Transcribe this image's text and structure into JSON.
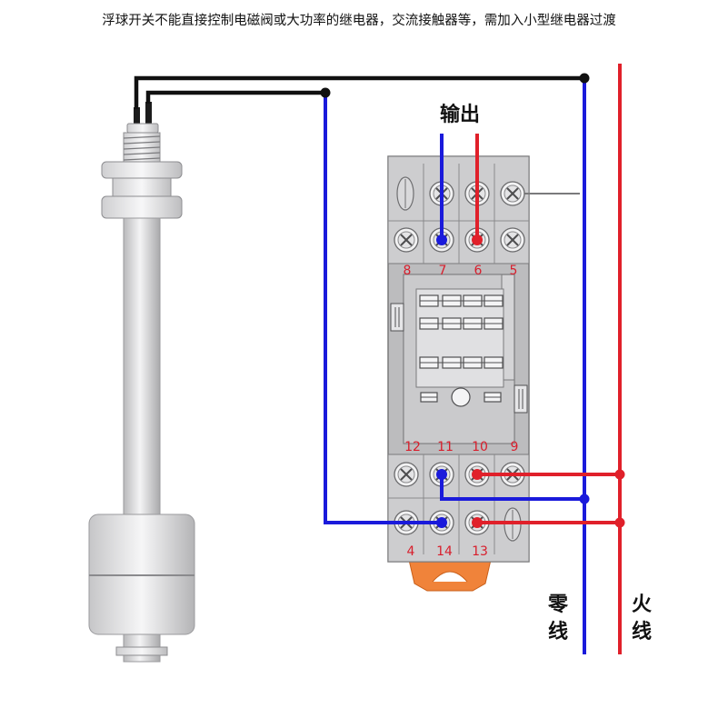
{
  "caption": "浮球开关不能直接控制电磁阀或大功率的继电器，交流接触器等，需加入小型继电器过渡",
  "output_label": "输出",
  "neutral_label": [
    "零",
    "线"
  ],
  "live_label": [
    "火",
    "线"
  ],
  "terminals": {
    "top": [
      "8",
      "7",
      "6",
      "5"
    ],
    "middle": [
      "12",
      "11",
      "10",
      "9"
    ],
    "bottom": [
      "4",
      "14",
      "13"
    ]
  },
  "colors": {
    "neutral": "#1a1adb",
    "live": "#e0202a",
    "signal": "#111111",
    "terminal_label": "#d81e2c",
    "base_orange": "#f0833a"
  }
}
